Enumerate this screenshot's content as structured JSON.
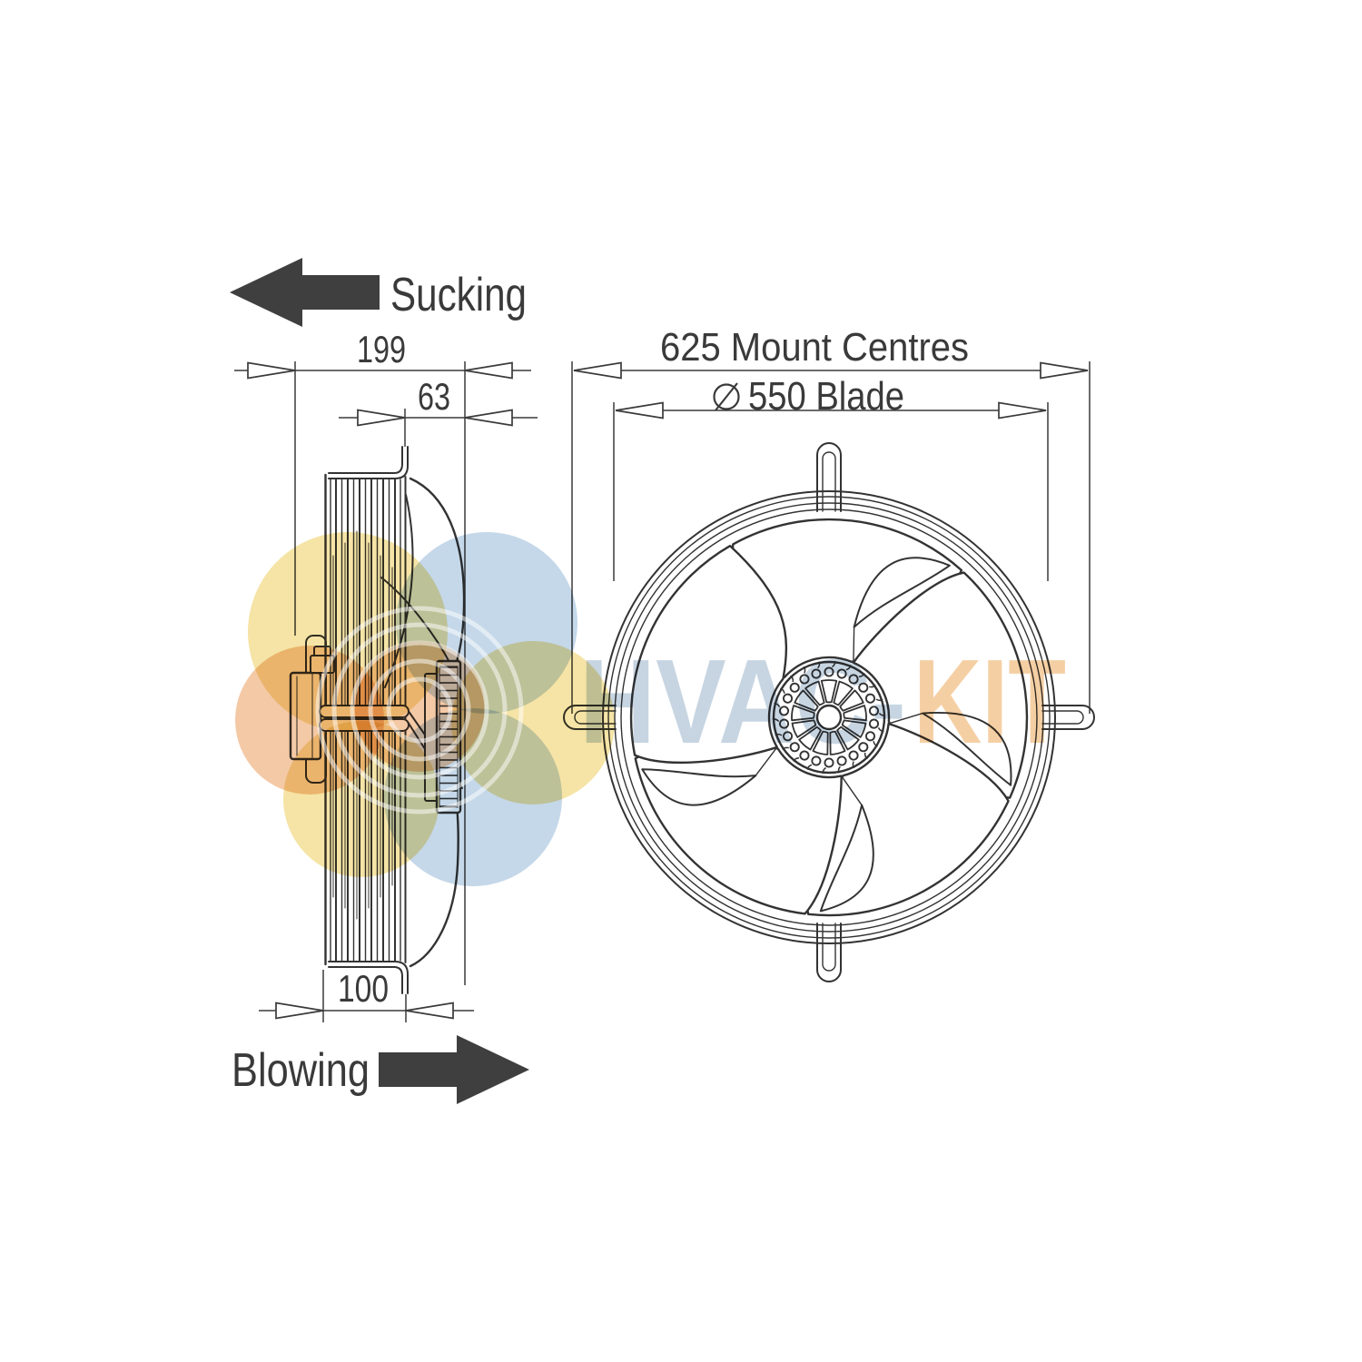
{
  "page": {
    "background": "#ffffff"
  },
  "airflow": {
    "sucking_label": "Sucking",
    "blowing_label": "Blowing",
    "arrow_color": "#3f3f3f",
    "text_color": "#3a3a3a"
  },
  "side_view": {
    "dims": {
      "total_depth": "199",
      "blade_projection": "63",
      "guard_depth": "100"
    }
  },
  "front_view": {
    "dims": {
      "mount_centres": "625 Mount Centres",
      "blade_diameter": "550 Blade",
      "diameter_symbol": "⌀"
    }
  },
  "watermark": {
    "brand_part1": "HVAC-",
    "brand_part2": "KIT",
    "part1_color": "#c7d5e2",
    "part2_color": "#f5cfa4",
    "logo_yellow": "#f3dd90",
    "logo_blue": "#b6cee3",
    "logo_orange": "#f1bb90"
  },
  "drawing": {
    "line_color": "#333333"
  }
}
